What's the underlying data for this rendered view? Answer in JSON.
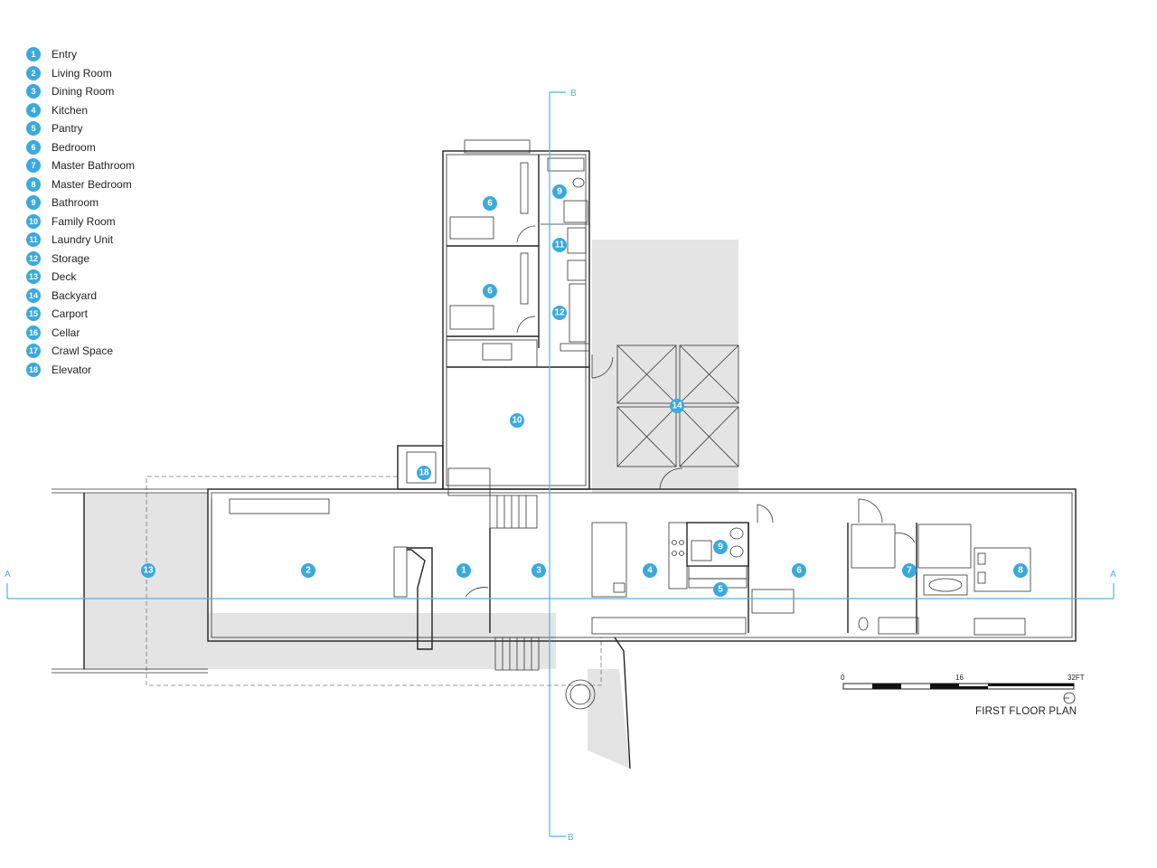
{
  "legend": [
    {
      "num": "1",
      "label": "Entry"
    },
    {
      "num": "2",
      "label": "Living Room"
    },
    {
      "num": "3",
      "label": "Dining Room"
    },
    {
      "num": "4",
      "label": "Kitchen"
    },
    {
      "num": "5",
      "label": "Pantry"
    },
    {
      "num": "6",
      "label": "Bedroom"
    },
    {
      "num": "7",
      "label": "Master Bathroom"
    },
    {
      "num": "8",
      "label": "Master Bedroom"
    },
    {
      "num": "9",
      "label": "Bathroom"
    },
    {
      "num": "10",
      "label": "Family Room"
    },
    {
      "num": "11",
      "label": "Laundry Unit"
    },
    {
      "num": "12",
      "label": "Storage"
    },
    {
      "num": "13",
      "label": "Deck"
    },
    {
      "num": "14",
      "label": "Backyard"
    },
    {
      "num": "15",
      "label": "Carport"
    },
    {
      "num": "16",
      "label": "Cellar"
    },
    {
      "num": "17",
      "label": "Crawl Space"
    },
    {
      "num": "18",
      "label": "Elevator"
    }
  ],
  "section_cuts": {
    "a_label": "A",
    "b_label": "B"
  },
  "scale": {
    "zero": "0",
    "mid": "16",
    "max": "32FT",
    "title": "FIRST FLOOR PLAN"
  },
  "room_tags": [
    "1",
    "2",
    "3",
    "4",
    "5",
    "6",
    "6",
    "6",
    "7",
    "8",
    "9",
    "9",
    "10",
    "11",
    "12",
    "13",
    "14",
    "18"
  ],
  "colors": {
    "accent": "#3ba9de",
    "cut_line": "#4db3e6",
    "shade": "#e4e4e4"
  }
}
